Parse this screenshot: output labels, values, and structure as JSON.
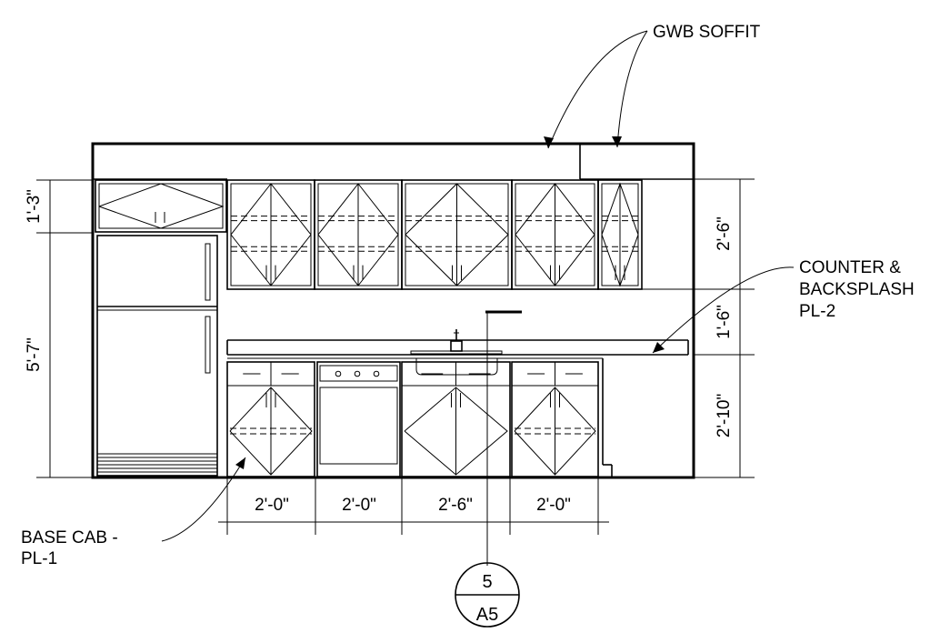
{
  "labels": {
    "soffit": "GWB SOFFIT",
    "counter_line1": "COUNTER &",
    "counter_line2": "BACKSPLASH",
    "counter_line3": "PL-2",
    "base_line1": "BASE CAB -",
    "base_line2": "PL-1"
  },
  "dimensions": {
    "left_upper": "1'-3\"",
    "left_lower": "5'-7\"",
    "right_upper": "2'-6\"",
    "right_middle": "1'-6\"",
    "right_lower": "2'-10\"",
    "bottom": [
      "2'-0\"",
      "2'-0\"",
      "2'-6\"",
      "2'-0\""
    ]
  },
  "section_tag": {
    "number": "5",
    "sheet": "A5"
  }
}
